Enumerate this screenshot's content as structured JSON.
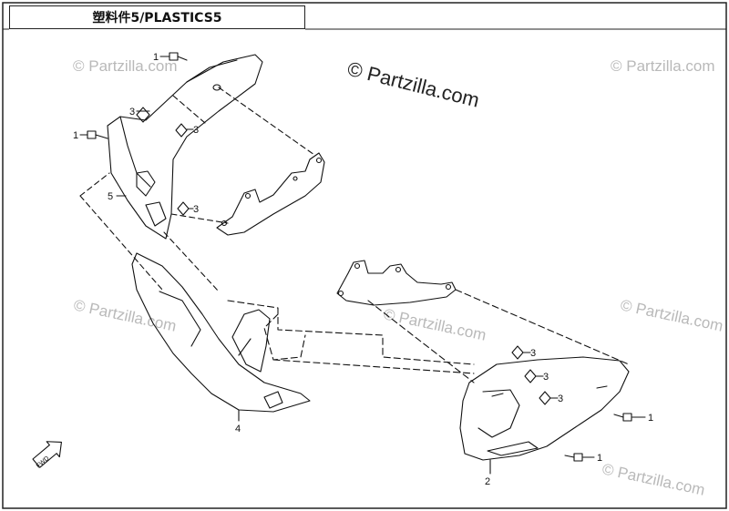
{
  "title": "塑料件5/PLASTICS5",
  "watermark": {
    "brand": "© Partzilla.com",
    "color": "#b9b9b9",
    "main_color": "#222222"
  },
  "callouts": [
    {
      "id": "c1a",
      "label": "1"
    },
    {
      "id": "c1b",
      "label": "1"
    },
    {
      "id": "c1c",
      "label": "1"
    },
    {
      "id": "c1d",
      "label": "1"
    },
    {
      "id": "c2",
      "label": "2"
    },
    {
      "id": "c3a",
      "label": "3"
    },
    {
      "id": "c3b",
      "label": "3"
    },
    {
      "id": "c3c",
      "label": "3"
    },
    {
      "id": "c3d",
      "label": "3"
    },
    {
      "id": "c3e",
      "label": "3"
    },
    {
      "id": "c3f",
      "label": "3"
    },
    {
      "id": "c4",
      "label": "4"
    },
    {
      "id": "c5",
      "label": "5"
    }
  ],
  "fwd_badge": "FWD",
  "colors": {
    "line": "#111111",
    "frame": "#222222"
  }
}
